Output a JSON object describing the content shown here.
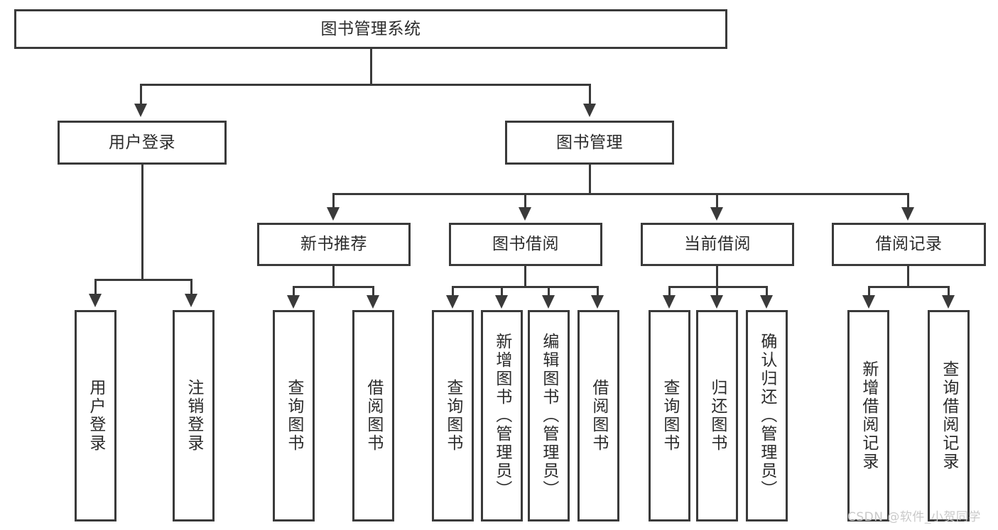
{
  "diagram": {
    "type": "tree-hierarchy",
    "title": "图书管理系统",
    "watermark": "CSDN @软件_小贺同学",
    "colors": {
      "stroke": "#3a3a3a",
      "fill": "#ffffff",
      "text": "#2b2b2b",
      "watermark": "#c9c9c9"
    },
    "nodes": {
      "root": {
        "label": "图书管理系统",
        "level": 1
      },
      "l2": [
        {
          "id": "user-login",
          "label": "用户登录",
          "level": 2
        },
        {
          "id": "book-manage",
          "label": "图书管理",
          "level": 2
        }
      ],
      "l3": [
        {
          "id": "new-book-rec",
          "label": "新书推荐",
          "level": 3
        },
        {
          "id": "book-borrow",
          "label": "图书借阅",
          "level": 3
        },
        {
          "id": "current-borrow",
          "label": "当前借阅",
          "level": 3
        },
        {
          "id": "borrow-record",
          "label": "借阅记录",
          "level": 3
        }
      ],
      "leaves": {
        "user-login": [
          {
            "id": "leaf-user-login",
            "label": "用户登录"
          },
          {
            "id": "leaf-user-logout",
            "label": "注销登录"
          }
        ],
        "new-book-rec": [
          {
            "id": "leaf-query-book-1",
            "label": "查询图书"
          },
          {
            "id": "leaf-borrow-book-1",
            "label": "借阅图书"
          }
        ],
        "book-borrow": [
          {
            "id": "leaf-query-book-2",
            "label": "查询图书"
          },
          {
            "id": "leaf-add-book",
            "label": "新增图书（管理员）"
          },
          {
            "id": "leaf-edit-book",
            "label": "编辑图书（管理员）"
          },
          {
            "id": "leaf-borrow-book-2",
            "label": "借阅图书"
          }
        ],
        "current-borrow": [
          {
            "id": "leaf-query-book-3",
            "label": "查询图书"
          },
          {
            "id": "leaf-return-book",
            "label": "归还图书"
          },
          {
            "id": "leaf-confirm-return",
            "label": "确认归还（管理员）"
          }
        ],
        "borrow-record": [
          {
            "id": "leaf-add-record",
            "label": "新增借阅记录"
          },
          {
            "id": "leaf-query-record",
            "label": "查询借阅记录"
          }
        ]
      }
    }
  }
}
